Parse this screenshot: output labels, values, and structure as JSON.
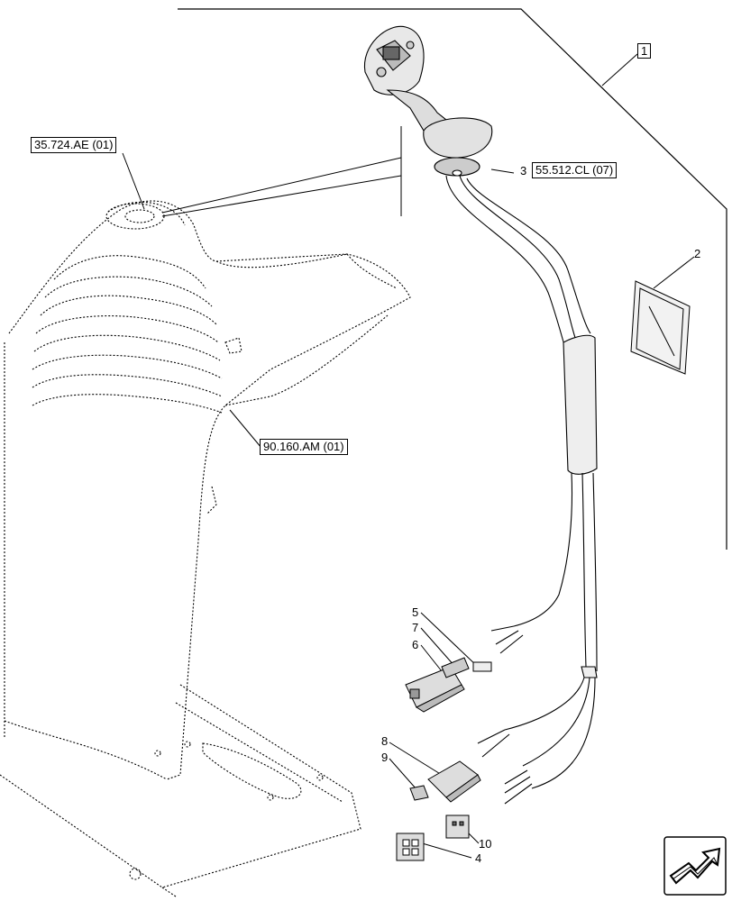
{
  "references": {
    "ref_top": "35.724.AE (01)",
    "ref_harness": "55.512.CL (07)",
    "ref_cab": "90.160.AM (01)"
  },
  "callouts": {
    "kit": "1",
    "manual": "2",
    "harness": "3",
    "connector_4": "4",
    "connector_5": "5",
    "connector_6": "6",
    "connector_7": "7",
    "connector_8": "8",
    "connector_9": "9",
    "connector_10": "10"
  },
  "icons": {
    "nav": "next-page-arrow-icon"
  }
}
